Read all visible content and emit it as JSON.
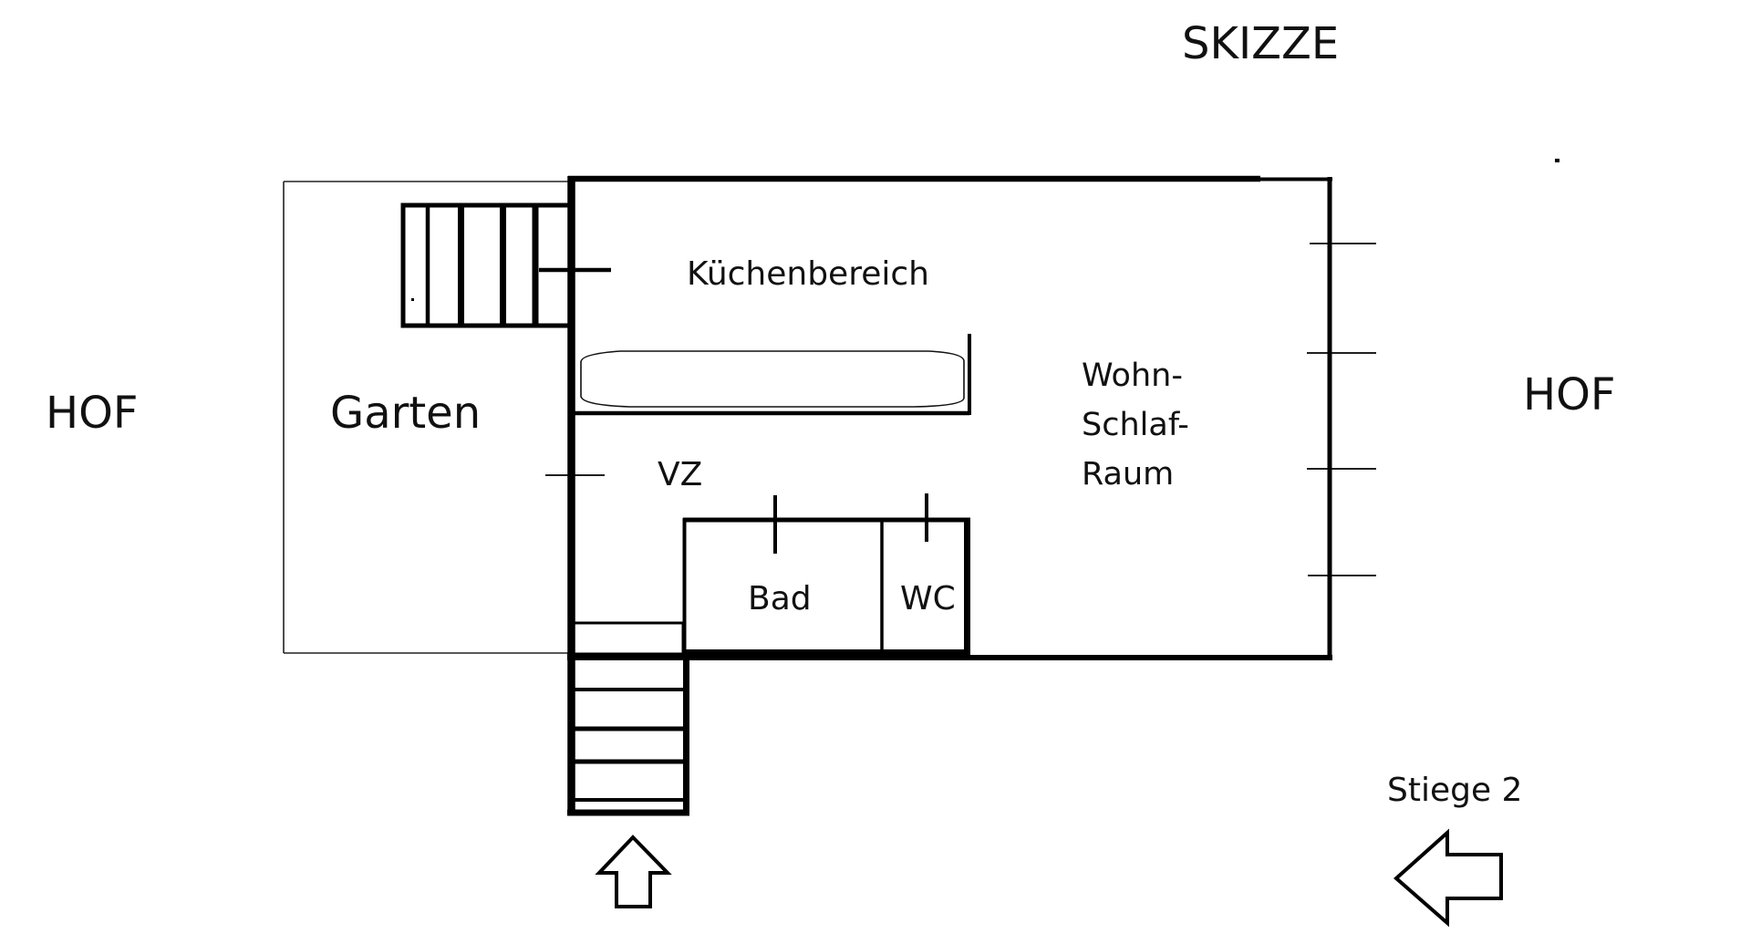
{
  "title": "SKIZZE",
  "labels": {
    "hof_left": "HOF",
    "hof_right": "HOF",
    "garden": "Garten",
    "kitchen": "Küchenbereich",
    "hall": "VZ",
    "living_line1": "Wohn-",
    "living_line2": "Schlaf-",
    "living_line3": "Raum",
    "bath": "Bad",
    "toilet": "WC",
    "staircase": "Stiege 2"
  },
  "icons": {
    "entrance_arrow": "arrow-up-outline",
    "staircase_arrow": "arrow-left-outline"
  },
  "colors": {
    "ink": "#000000",
    "background": "#ffffff"
  }
}
